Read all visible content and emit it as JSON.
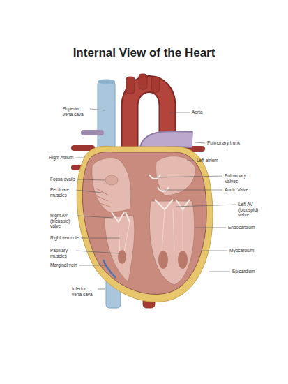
{
  "diagram": {
    "title": "Internal View of the Heart",
    "labels": [
      "Superior vena cava",
      "Right Atrium",
      "Fossa ovalis",
      "Pectinate muscles",
      "Right AV (tricuspid) valve",
      "Right ventricle",
      "Papillary muscles",
      "Marginal vein",
      "Inferior vena cava",
      "Aorta",
      "Pulmonary trunk",
      "Left atrium",
      "Pulmonary Valves",
      "Aortic Valve",
      "Left AV (bicuspid) valve",
      "Endocardium",
      "Myocardium",
      "Epicardium"
    ]
  }
}
